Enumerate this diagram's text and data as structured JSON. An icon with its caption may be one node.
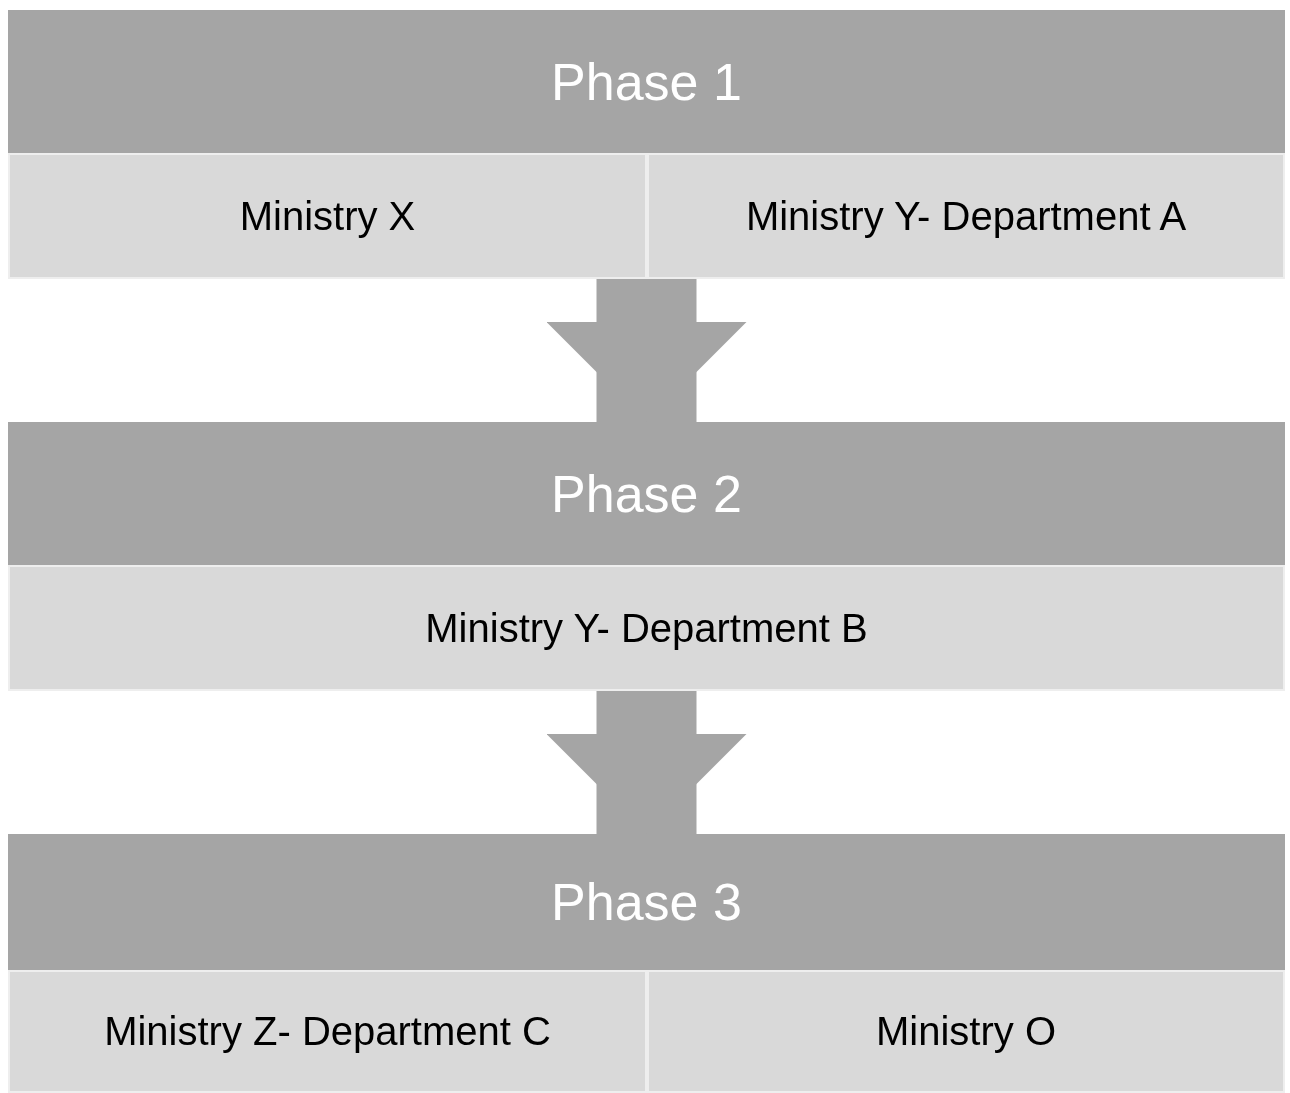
{
  "diagram": {
    "nodes": [
      {
        "text": [
          "Phase 1"
        ]
      },
      {
        "text": [
          "Ministry X"
        ]
      },
      {
        "text": [
          "Ministry Y- Department A"
        ]
      },
      {
        "text": [
          "Phase 2"
        ]
      },
      {
        "text": [
          "Ministry Y- Department B"
        ]
      },
      {
        "text": [
          "Phase 3"
        ]
      },
      {
        "text": [
          "Ministry Z- Department C"
        ]
      },
      {
        "text": [
          "Ministry O"
        ]
      }
    ],
    "edges": [
      {
        "from": 1,
        "to": 3,
        "arrow": "to"
      },
      {
        "from": 4,
        "to": 5,
        "arrow": "to"
      }
    ]
  }
}
